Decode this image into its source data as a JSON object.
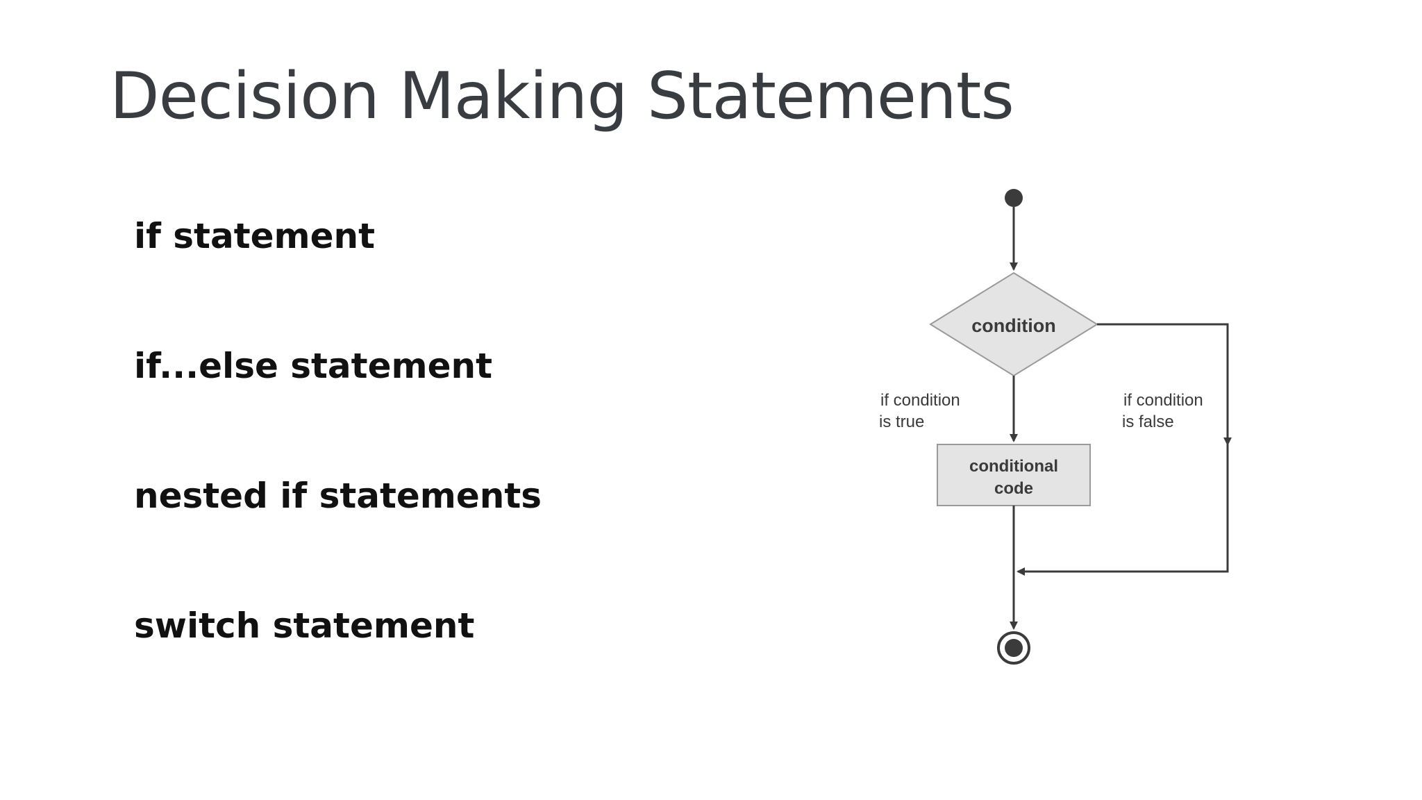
{
  "slide": {
    "title": "Decision Making Statements"
  },
  "statements": [
    {
      "label": "if statement"
    },
    {
      "label": "if...else statement"
    },
    {
      "label": "nested if statements"
    },
    {
      "label": "switch statement"
    }
  ],
  "flowchart": {
    "decision_label": "condition",
    "true_branch_line1": "if condition",
    "true_branch_line2": "is true",
    "false_branch_line1": "if condition",
    "false_branch_line2": "is false",
    "process_line1": "conditional",
    "process_line2": "code",
    "colors": {
      "stroke": "#3b3b3b",
      "node_fill": "#e4e4e4",
      "node_border": "#9a9a9a"
    }
  }
}
